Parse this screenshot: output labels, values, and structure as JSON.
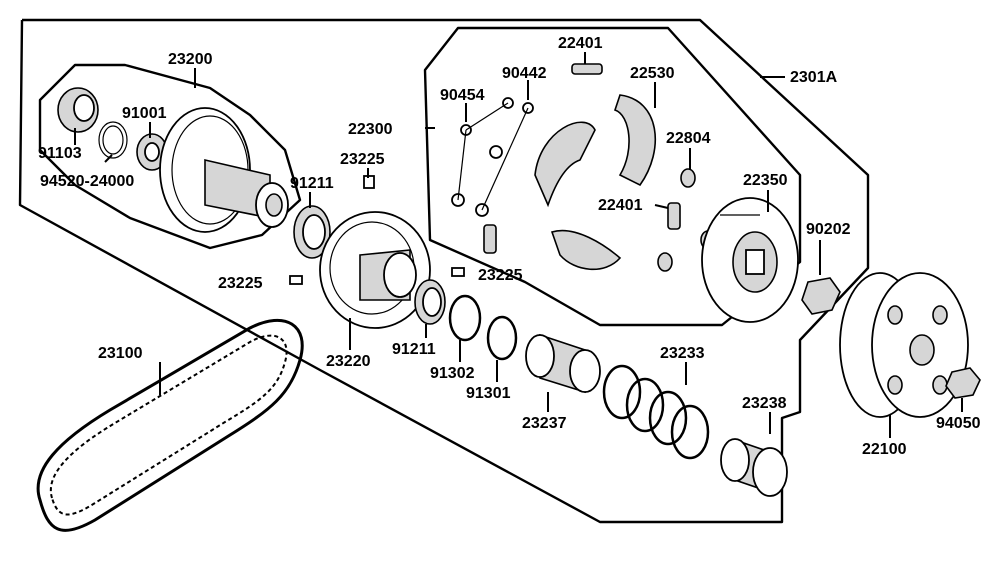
{
  "diagram": {
    "labels": {
      "l23200": "23200",
      "l91001": "91001",
      "l91103": "91103",
      "l94520": "94520-24000",
      "l91211a": "91211",
      "l23225a": "23225",
      "l23225b": "23225",
      "l23225c": "23225",
      "l22300": "22300",
      "l90454": "90454",
      "l90442": "90442",
      "l22401a": "22401",
      "l22530": "22530",
      "l2301A": "2301A",
      "l22804": "22804",
      "l22401b": "22401",
      "l22350": "22350",
      "l90202": "90202",
      "l23220": "23220",
      "l91211b": "91211",
      "l91302": "91302",
      "l91301": "91301",
      "l23237": "23237",
      "l23233": "23233",
      "l23238": "23238",
      "l23100": "23100",
      "l22100": "22100",
      "l94050": "94050"
    }
  }
}
